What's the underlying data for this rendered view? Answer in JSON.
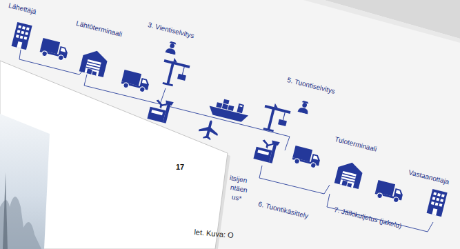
{
  "diagram": {
    "labels": [
      "Lähettäjä",
      "Lähtöterminaali",
      "3. Vientiselvitys",
      "5. Tuontiselvitys",
      "Tuloterminaali",
      "Vastaanottaja",
      "6. Tuontikäsittely",
      "7. Jälkikuljetus (jakelu)",
      "itsijen",
      "ntäen",
      "us*",
      "17",
      "let. Kuva: O"
    ]
  }
}
